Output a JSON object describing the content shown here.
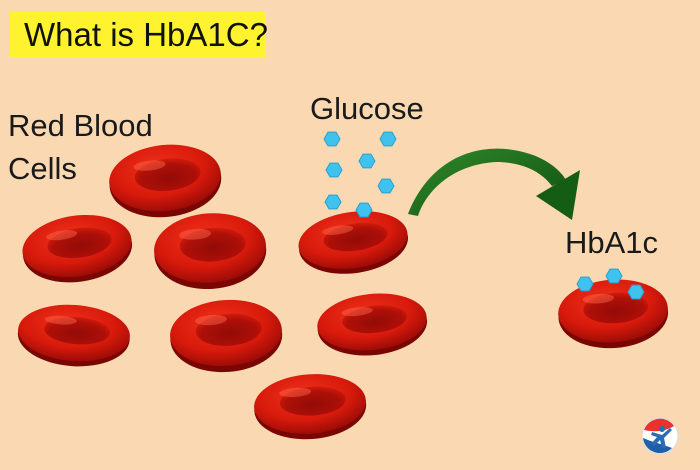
{
  "title": "What is HbA1C?",
  "labels": {
    "red_blood_cells_line1": "Red Blood",
    "red_blood_cells_line2": "Cells",
    "glucose": "Glucose",
    "hba1c": "HbA1c"
  },
  "colors": {
    "background": "#fad9b2",
    "title_highlight": "#fff22e",
    "cell_red": "#d81a0c",
    "cell_dark": "#8a0805",
    "glucose_blue": "#3fc3ee",
    "arrow_green": "#1f6b1d"
  },
  "logo": {
    "icon": "person-figure-icon"
  }
}
